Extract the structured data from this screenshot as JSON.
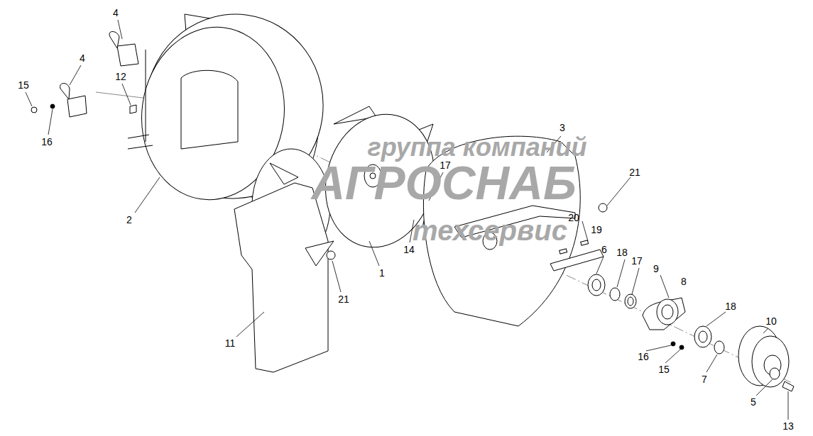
{
  "diagram": {
    "labels": [
      "4",
      "4",
      "15",
      "12",
      "16",
      "2",
      "11",
      "21",
      "1",
      "17",
      "14",
      "3",
      "21",
      "20",
      "19",
      "6",
      "18",
      "17",
      "9",
      "8",
      "18",
      "16",
      "15",
      "7",
      "10",
      "5",
      "13",
      "группа компаний",
      "АГРОСНАБ",
      "техсервис"
    ]
  }
}
